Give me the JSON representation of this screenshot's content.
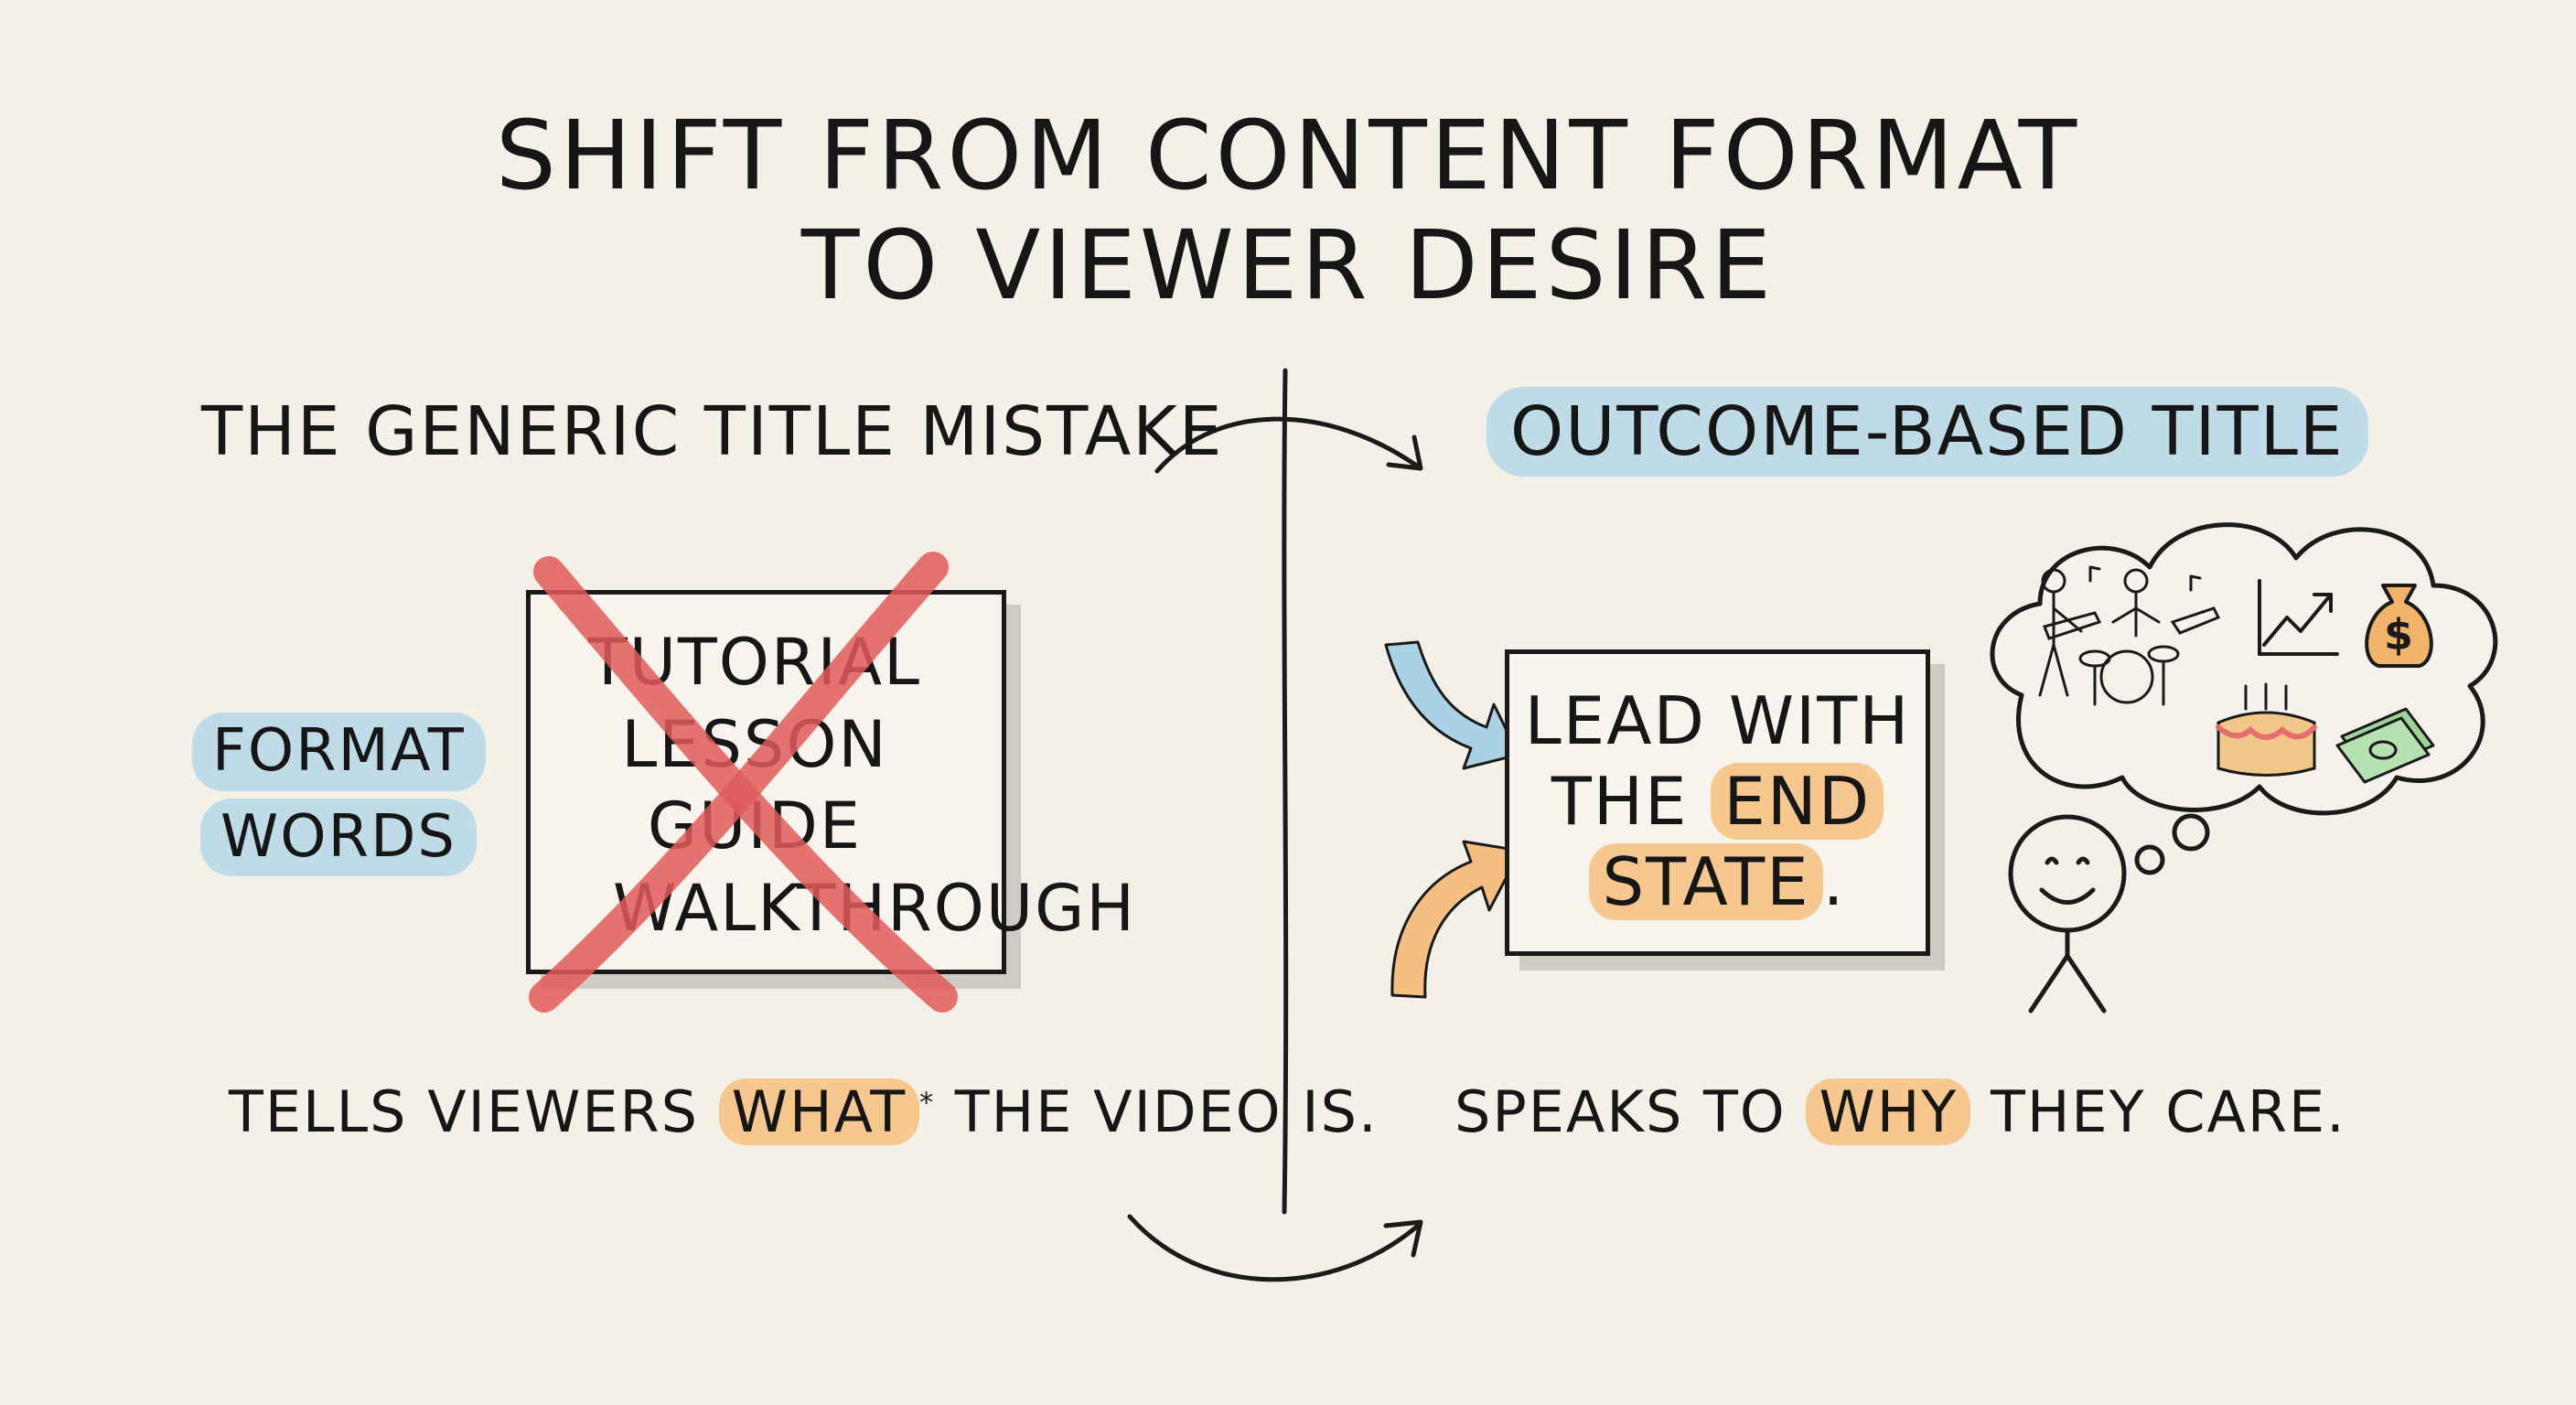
{
  "title": {
    "line1": "SHIFT FROM CONTENT FORMAT",
    "line2": "TO VIEWER DESIRE"
  },
  "left": {
    "heading": "THE GENERIC TITLE MISTAKE",
    "label_line1": "FORMAT",
    "label_line2": "WORDS",
    "words": [
      "TUTORIAL",
      "LESSON",
      "GUIDE",
      "WALKTHROUGH"
    ],
    "caption_pre": "TELLS VIEWERS ",
    "caption_highlight": "WHAT",
    "caption_mark": "*",
    "caption_post": " THE VIDEO IS."
  },
  "right": {
    "heading": "OUTCOME-BASED TITLE",
    "box_line1": "LEAD WITH",
    "box_line2_pre": "THE ",
    "box_line2_highlight": "END",
    "box_line3_highlight": "STATE",
    "box_line3_post": ".",
    "caption_pre": "SPEAKS TO ",
    "caption_highlight": "WHY",
    "caption_post": " THEY CARE.",
    "thought_icons": [
      "band-icon",
      "chart-up-icon",
      "money-bag-icon",
      "birthday-cake-icon",
      "cash-stack-icon"
    ],
    "money_symbol": "$"
  },
  "colors": {
    "background": "#f3f0e8",
    "highlight_blue": "#bfdbe8",
    "highlight_orange": "#f6c890",
    "cross_red": "#e05a5a",
    "arrow_blue": "#a9d2e6",
    "arrow_orange": "#f4bf80"
  }
}
